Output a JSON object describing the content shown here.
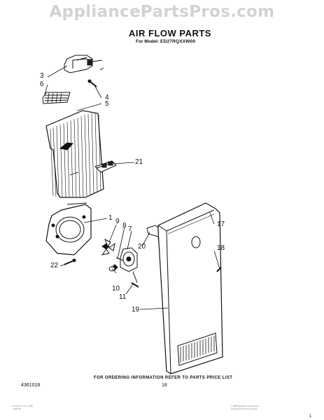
{
  "watermark": "AppliancePartsPros.com",
  "title": "AIR FLOW PARTS",
  "model": {
    "prefix": "For Model:",
    "value": "ED27RQXXW00"
  },
  "callouts": [
    "3",
    "6",
    "4",
    "5",
    "21",
    "1",
    "9",
    "8",
    "7",
    "20",
    "17",
    "18",
    "22",
    "10",
    "11",
    "19"
  ],
  "footer": {
    "ordering": "FOR ORDERING INFORMATION REFER TO PARTS PRICE LIST",
    "part_number": "4361018",
    "page": "18"
  },
  "fine_print": {
    "left": [
      "Printed in U.S.A. 1/88",
      "4361018"
    ],
    "right": [
      "© 1988 Whirlpool Corporation",
      "Copyright all rights reserved"
    ]
  },
  "page_mark": "1"
}
